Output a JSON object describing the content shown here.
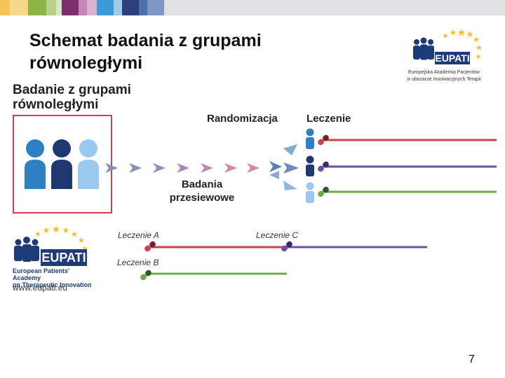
{
  "top_bar": {
    "colors": [
      "#f5c55b",
      "#f6d88d",
      "#8db446",
      "#b8d087",
      "#d9e5c1",
      "#7a2e6b",
      "#c488b8",
      "#d9b3cf",
      "#3d9ad4",
      "#9ecbea",
      "#2d3f7c",
      "#4e6fa9",
      "#7f97c4"
    ]
  },
  "slide": {
    "title_line1": "Schemat badania z grupami",
    "title_line2": "równoległymi",
    "page_number": "7"
  },
  "logo_top": {
    "brand": "EUPATI",
    "subtitle_line1": "Europejska Akademia Pacjentów",
    "subtitle_line2": "w obszarze Innowacyjnych Terapii"
  },
  "diagram": {
    "title_line1": "Badanie z grupami",
    "title_line2": "równoległymi",
    "randomization_label": "Randomizacja",
    "treatment_label": "Leczenie",
    "screening_line1": "Badania",
    "screening_line2": "przesiewowe"
  },
  "legend": {
    "a": "Leczenie A",
    "b": "Leczenie B",
    "c": "Leczenie C"
  },
  "logo_bottom": {
    "brand": "EUPATI",
    "text_line1": "European Patients' Academy",
    "text_line2": "on Therapeutic Innovation",
    "url": "www.eupati.eu"
  },
  "colors": {
    "treatment_a": "#c9434f",
    "treatment_b": "#6fa84a",
    "treatment_c": "#6a519c",
    "person_blue": "#2f7fc2",
    "person_navy": "#1f3872",
    "person_light": "#9bc8ee",
    "box_border": "#c9434f",
    "eupati_blue": "#1d3b78",
    "eupati_star": "#f2c037"
  }
}
